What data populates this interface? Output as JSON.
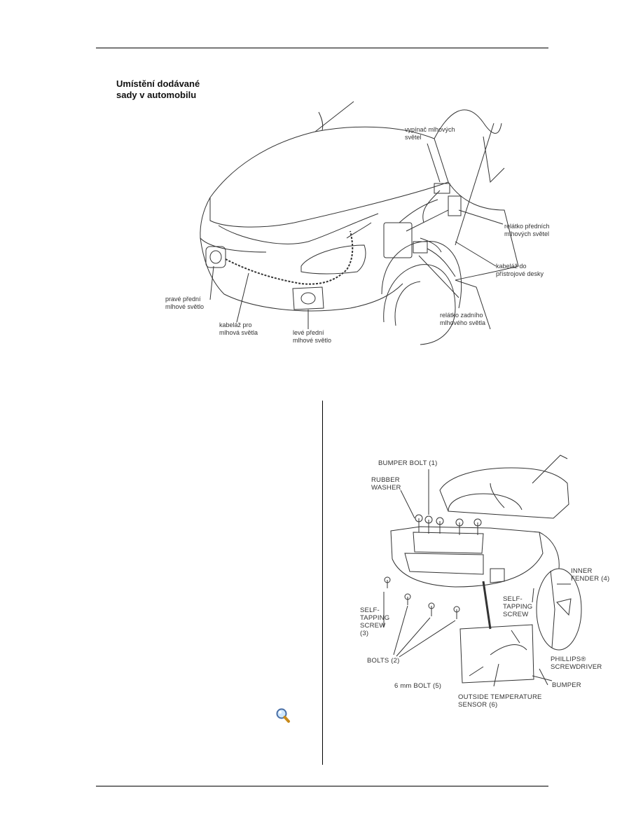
{
  "figure1": {
    "title_line1": "Umístění dodávané",
    "title_line2": "sady v automobilu",
    "labels": {
      "switch": "vypínač mlhových\nsvětel",
      "front_relay": "relátko předních\nmlhových světel",
      "dash_harness": "kabeláž do\npřístrojové desky",
      "rear_relay": "relátko zadního\nmlhového světla",
      "right_fog": "pravé přední\nmlhové světlo",
      "harness": "kabeláž pro\nmlhová světla",
      "left_fog": "levé přední\nmlhové světlo"
    }
  },
  "figure2": {
    "labels": {
      "bumper_bolt": "BUMPER BOLT (1)",
      "rubber_washer": "RUBBER\nWASHER",
      "inner_fender": "INNER\nFENDER (4)",
      "self_tapping_left": "SELF-\nTAPPING\nSCREW\n(3)",
      "self_tapping_right": "SELF-\nTAPPING\nSCREW",
      "bolts": "BOLTS (2)",
      "phillips": "PHILLIPS®\nSCREWDRIVER",
      "bolt_6mm": "6 mm BOLT (5)",
      "bumper": "BUMPER",
      "sensor": "OUTSIDE TEMPERATURE\nSENSOR (6)"
    }
  },
  "icons": {
    "zoom": "magnifier-icon"
  }
}
